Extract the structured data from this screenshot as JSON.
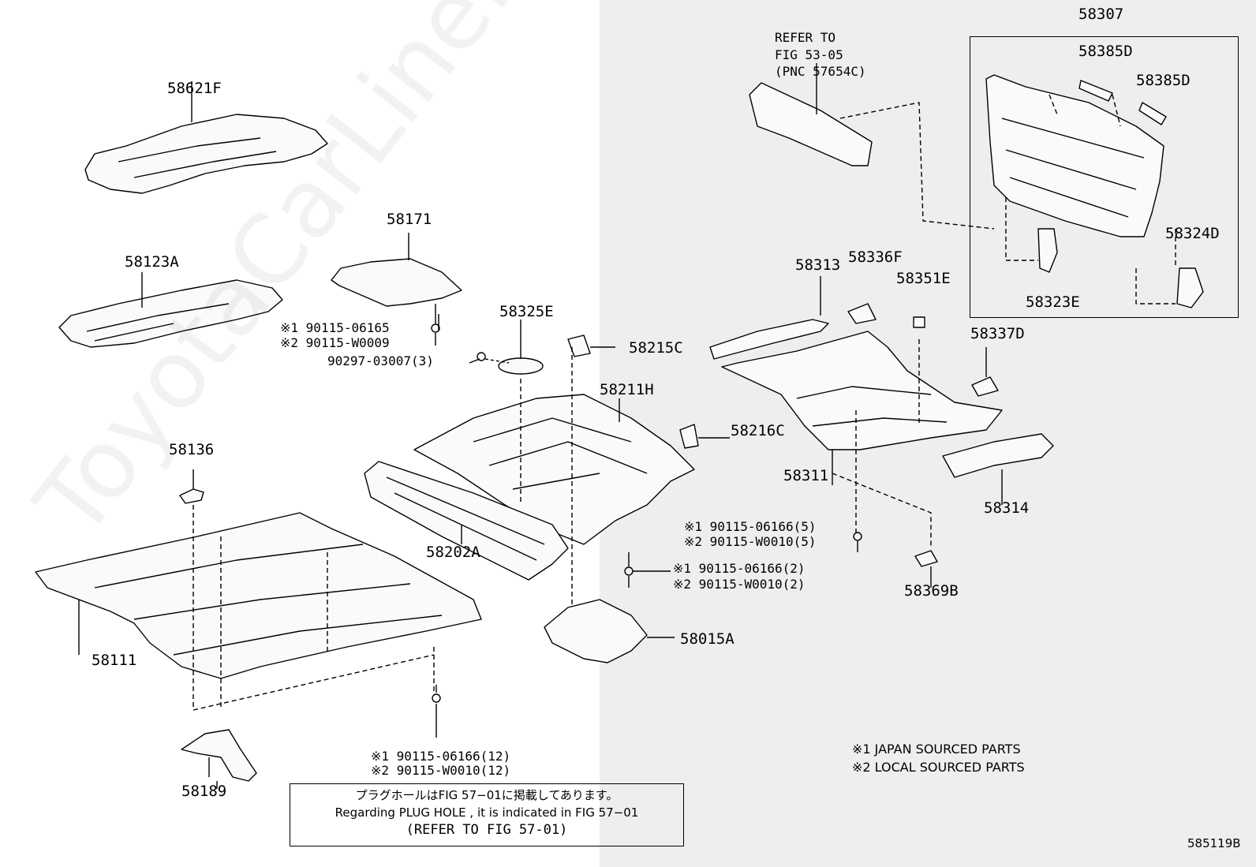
{
  "watermark": "ToyotaCarLine.ru",
  "parts": {
    "p58621F": "58621F",
    "p58123A": "58123A",
    "p58171": "58171",
    "p58325E": "58325E",
    "p58215C": "58215C",
    "p58211H": "58211H",
    "p58216C": "58216C",
    "p58136": "58136",
    "p58202A": "58202A",
    "p58111": "58111",
    "p58015A": "58015A",
    "p58189": "58189",
    "p58307": "58307",
    "p58385D_1": "58385D",
    "p58385D_2": "58385D",
    "p58324D": "58324D",
    "p58323E": "58323E",
    "p58313": "58313",
    "p58336F": "58336F",
    "p58351E": "58351E",
    "p58337D": "58337D",
    "p58311": "58311",
    "p58314": "58314",
    "p58369B": "58369B"
  },
  "fasteners": {
    "f1a": "※1 90115-06165",
    "f1b": "※2 90115-W0009",
    "f2": "90297-03007(3)",
    "f3a": "※1 90115-06166(5)",
    "f3b": "※2 90115-W0010(5)",
    "f4a": "※1 90115-06166(2)",
    "f4b": "※2 90115-W0010(2)",
    "f5a": "※1 90115-06166(12)",
    "f5b": "※2 90115-W0010(12)"
  },
  "refer": {
    "line1": "REFER TO",
    "line2": "FIG 53-05",
    "line3": "(PNC 57654C)"
  },
  "legend": {
    "l1": "※1  JAPAN SOURCED PARTS",
    "l2": "※2  LOCAL SOURCED PARTS"
  },
  "note": {
    "jp": "プラグホールはFIG 57−01に掲載してあります。",
    "en": "Regarding  PLUG  HOLE , it is indicated in  FIG  57−01",
    "ref": "(REFER TO FIG 57-01)"
  },
  "figure_code": "585119B"
}
